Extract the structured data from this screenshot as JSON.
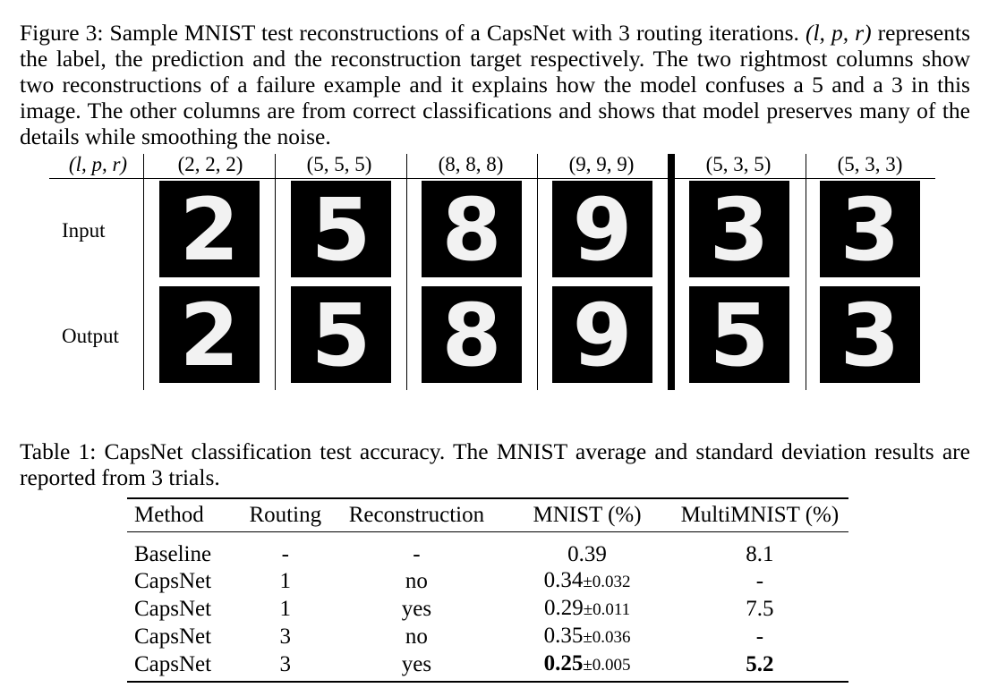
{
  "figure": {
    "caption_prefix": "Figure 3:",
    "caption_text_1": "Sample MNIST test reconstructions of a CapsNet with 3 routing iterations.",
    "caption_math": "(l, p, r)",
    "caption_text_2": "represents the label, the prediction and the reconstruction target respectively. The two rightmost columns show two reconstructions of a failure example and it explains how the model confuses a 5 and a 3 in this image. The other columns are from correct classifications and shows that model preserves many of the details while smoothing the noise.",
    "header_label": "(l, p, r)",
    "columns": [
      "(2, 2, 2)",
      "(5, 5, 5)",
      "(8, 8, 8)",
      "(9, 9, 9)",
      "(5, 3, 5)",
      "(5, 3, 3)"
    ],
    "row_labels": [
      "Input",
      "Output"
    ],
    "digits_input": [
      "2",
      "5",
      "8",
      "9",
      "3",
      "3"
    ],
    "digits_output": [
      "2",
      "5",
      "8",
      "9",
      "5",
      "3"
    ]
  },
  "table": {
    "caption_prefix": "Table 1:",
    "caption_text": "CapsNet classification test accuracy. The MNIST average and standard deviation results are reported from 3 trials.",
    "headers": [
      "Method",
      "Routing",
      "Reconstruction",
      "MNIST (%)",
      "MultiMNIST (%)"
    ],
    "rows": [
      {
        "method": "Baseline",
        "routing": "-",
        "reconstruction": "-",
        "mnist": "0.39",
        "mnist_std": "",
        "multimnist": "8.1"
      },
      {
        "method": "CapsNet",
        "routing": "1",
        "reconstruction": "no",
        "mnist": "0.34",
        "mnist_std": "±0.032",
        "multimnist": "-"
      },
      {
        "method": "CapsNet",
        "routing": "1",
        "reconstruction": "yes",
        "mnist": "0.29",
        "mnist_std": "±0.011",
        "multimnist": "7.5"
      },
      {
        "method": "CapsNet",
        "routing": "3",
        "reconstruction": "no",
        "mnist": "0.35",
        "mnist_std": "±0.036",
        "multimnist": "-"
      },
      {
        "method": "CapsNet",
        "routing": "3",
        "reconstruction": "yes",
        "mnist": "0.25",
        "mnist_std": "±0.005",
        "multimnist": "5.2"
      }
    ]
  }
}
